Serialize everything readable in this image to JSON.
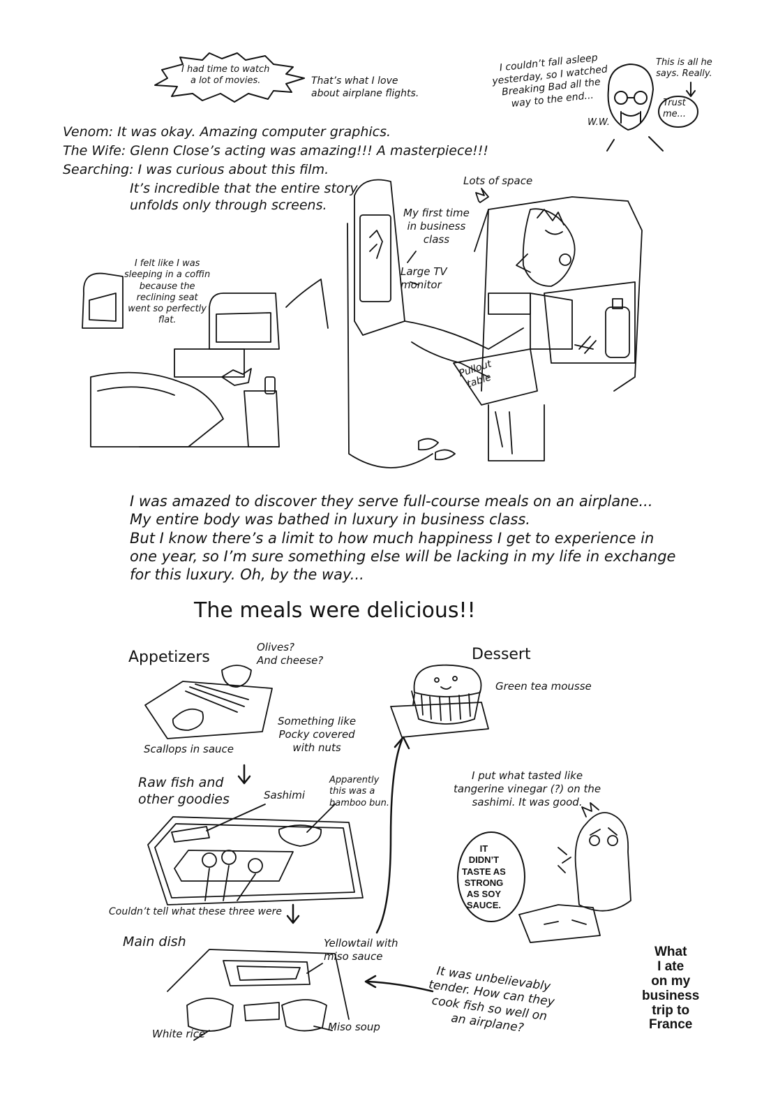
{
  "top": {
    "burst": "I had time to watch\na lot of movies.",
    "love": "That’s what I love\nabout airplane flights.",
    "ww_speech": "I couldn’t fall asleep\nyesterday, so I watched\nBreaking Bad all the\nway to the end...",
    "ww_sign": "W.W.",
    "ww_note": "This is all he\nsays. Really.",
    "trust": "Trust\nme..."
  },
  "reviews": {
    "venom": "Venom: It was okay. Amazing computer graphics.",
    "wife": "The Wife: Glenn Close’s acting was amazing!!! A masterpiece!!!",
    "searching": "Searching: I was curious about this film.",
    "searching2": "It’s incredible that the entire story\nunfolds only through screens."
  },
  "cabin": {
    "space": "Lots of space",
    "first": "My first time\nin business\nclass",
    "tv": "Large TV\nmonitor",
    "coffin": "I felt like I was\nsleeping in a coffin\nbecause the\nreclining seat\nwent so perfectly\nflat.",
    "table": "Pullout\ntable"
  },
  "narration": "I was amazed to discover they serve full-course meals on an airplane...\nMy entire body was bathed in luxury in business class.\nBut I know there’s a limit to how much happiness I get to experience in\none year, so I’m sure something else will be lacking in my life in exchange\nfor this luxury. Oh, by the way...",
  "headline": "The meals were delicious!!",
  "meals": {
    "appetizers": "Appetizers",
    "olives": "Olives?\nAnd cheese?",
    "pocky": "Something like\nPocky covered\nwith nuts",
    "scallops": "Scallops in sauce",
    "rawfish": "Raw fish and\nother goodies",
    "sashimi": "Sashimi",
    "bamboo": "Apparently\nthis was a\nbamboo bun.",
    "three": "Couldn’t tell what these three were",
    "main": "Main dish",
    "yellowtail": "Yellowtail with\nmiso sauce",
    "rice": "White rice",
    "miso": "Miso soup",
    "dessert": "Dessert",
    "mousse": "Green tea mousse",
    "tangerine": "I put what tasted like\ntangerine vinegar (?) on the\nsashimi. It was good.",
    "soy": "IT\nDIDN’T\nTASTE AS\nSTRONG\nAS SOY\nSAUCE.",
    "tender": "It was unbelievably\ntender. How can they\ncook fish so well on\nan airplane?"
  },
  "caption": "What\nI ate\non my\nbusiness\ntrip to\nFrance"
}
